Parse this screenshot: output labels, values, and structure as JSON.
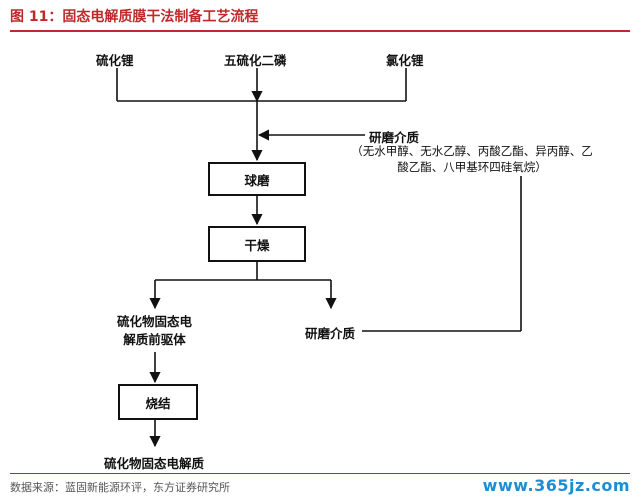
{
  "title": "图 11：固态电解质膜干法制备工艺流程",
  "inputs": {
    "a": "硫化锂",
    "b": "五硫化二磷",
    "c": "氯化锂"
  },
  "grinding_medium": {
    "label": "研磨介质",
    "note_line1": "（无水甲醇、无水乙醇、丙酸乙酯、异丙醇、乙",
    "note_line2": "酸乙酯、八甲基环四硅氧烷）"
  },
  "steps": {
    "ball_mill": "球磨",
    "dry": "干燥",
    "sinter": "烧结"
  },
  "outputs": {
    "precursor_line1": "硫化物固态电",
    "precursor_line2": "解质前驱体",
    "recovered_medium": "研磨介质",
    "final": "硫化物固态电解质"
  },
  "source": "数据来源：蓝固新能源环评，东方证券研究所",
  "watermark": "www.365jz.com"
}
